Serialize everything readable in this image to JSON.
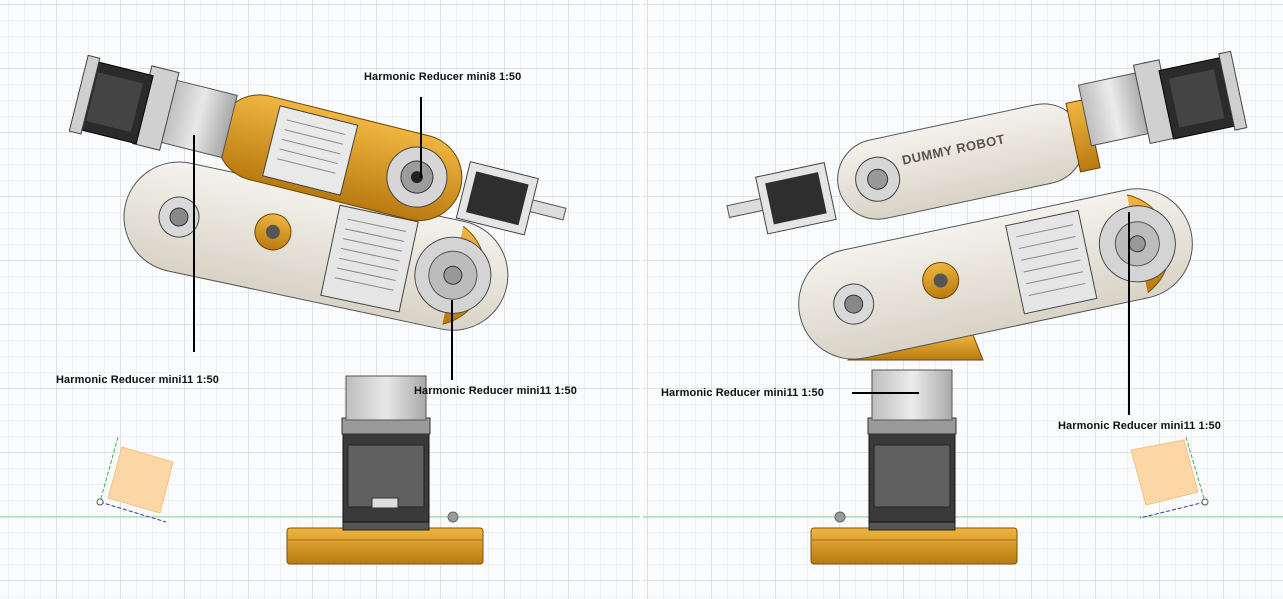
{
  "left_view": {
    "labels": {
      "top_reducer": "Harmonic Reducer mini8 1:50",
      "left_reducer": "Harmonic Reducer mini11 1:50",
      "right_reducer": "Harmonic Reducer mini11 1:50"
    }
  },
  "right_view": {
    "arm_brand": "DUMMY ROBOT",
    "labels": {
      "base_reducer": "Harmonic Reducer mini11 1:50",
      "elbow_reducer": "Harmonic Reducer mini11 1:50"
    }
  },
  "colors": {
    "shell": "#ece8de",
    "brass": "#d99a22",
    "stepper": "#2b2b2b",
    "metal": "#c8c8c8",
    "axis_green": "#39b54a",
    "axis_blue": "#2e3a9c",
    "view_cube": "#fbd7a6"
  }
}
